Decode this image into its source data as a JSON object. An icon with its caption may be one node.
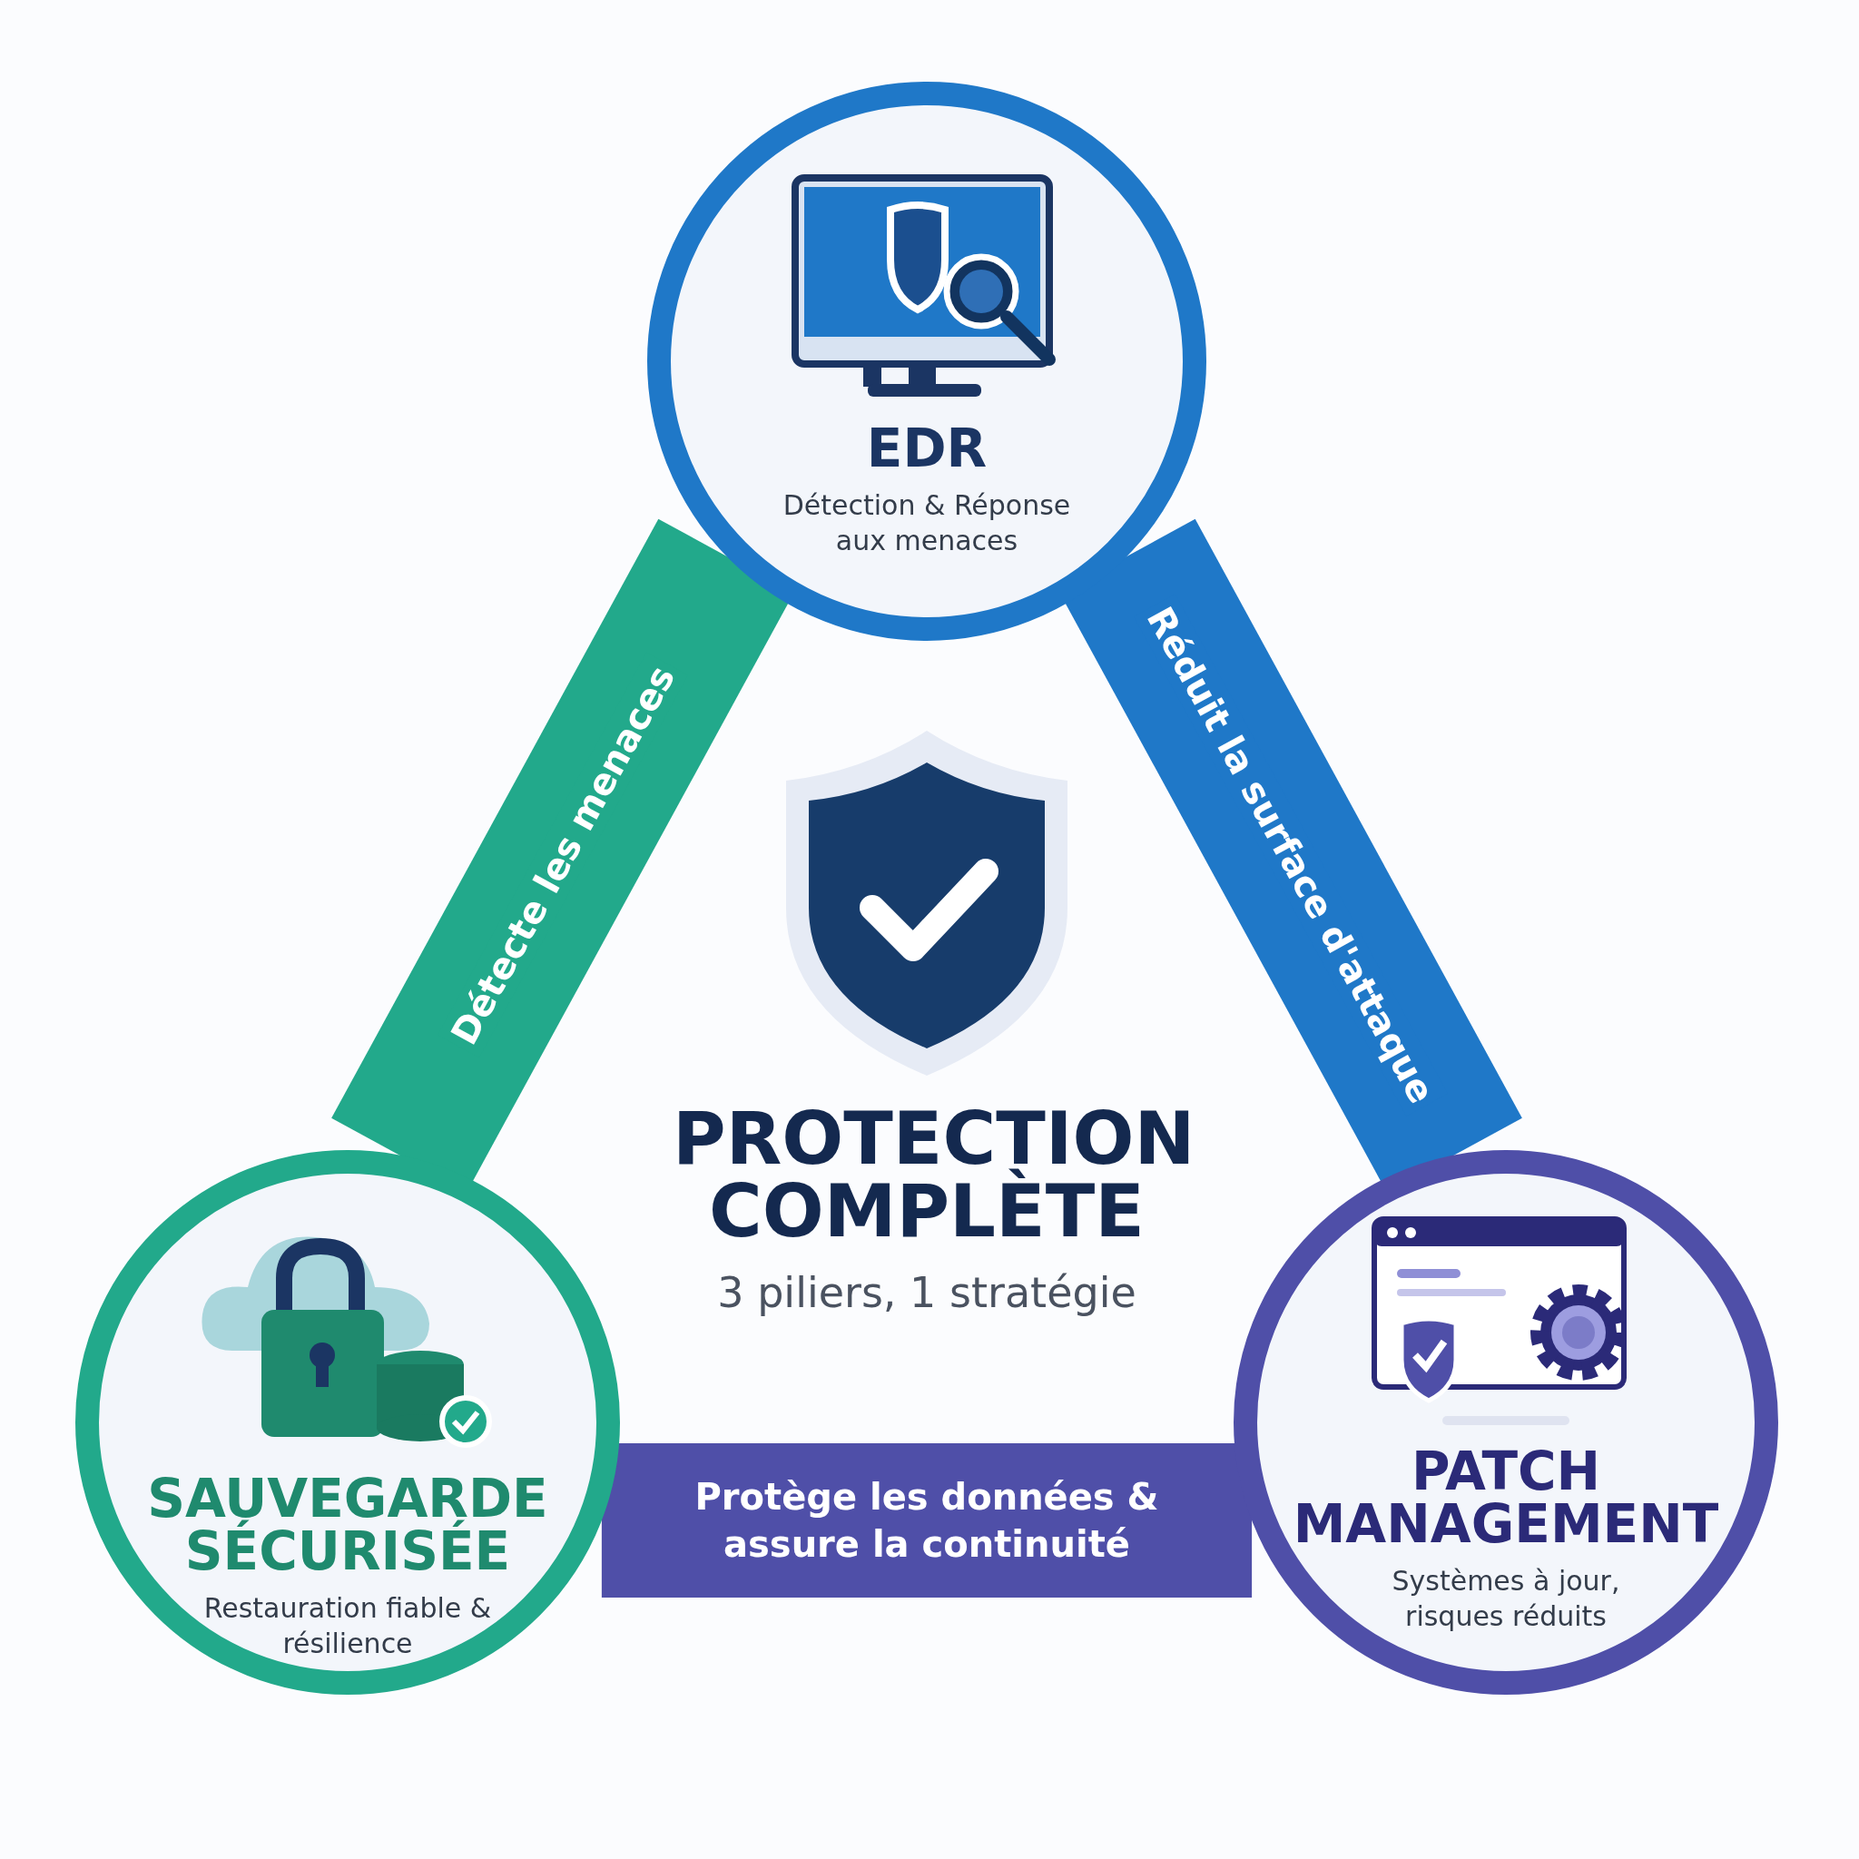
{
  "diagram": {
    "nodes": [
      {
        "text": [
          "EDR",
          "Détection & Réponse aux menaces"
        ]
      },
      {
        "text": [
          "SAUVEGARDE SÉCURISÉE",
          "Restauration fiable & résilience"
        ]
      },
      {
        "text": [
          "PATCH MANAGEMENT",
          "Systèmes à jour, risques réduits"
        ]
      }
    ],
    "edges": [
      {
        "from": 1,
        "to": 0,
        "arrow": "none",
        "label": "Détecte les menaces",
        "color": "#22a98b"
      },
      {
        "from": 0,
        "to": 2,
        "arrow": "none",
        "label": "Réduit la surface d'attaque",
        "color": "#1f78c8"
      },
      {
        "from": 1,
        "to": 2,
        "arrow": "none",
        "label": "Protège les données & assure la continuité",
        "color": "#4f4fa8"
      }
    ],
    "labels": [
      "PROTECTION COMPLÈTE",
      "3 piliers, 1 stratégie"
    ]
  }
}
